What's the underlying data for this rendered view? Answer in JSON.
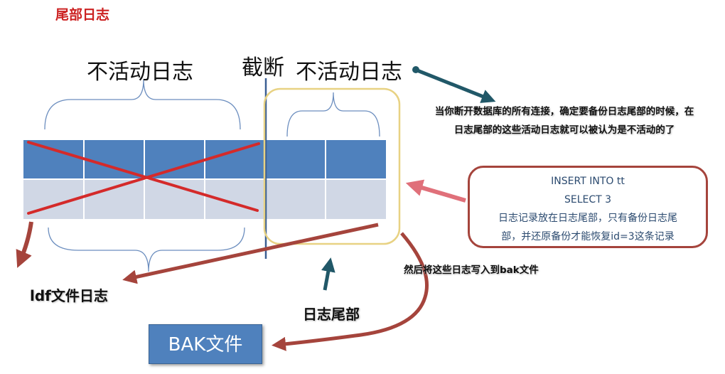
{
  "title": "尾部日志",
  "labels": {
    "inactive_left": "不活动日志",
    "truncate": "截断",
    "inactive_right": "不活动日志",
    "ldf": "ldf文件日志",
    "tail": "日志尾部",
    "write_note": "然后将这些日志写入到bak文件",
    "bak_box": "BAK文件"
  },
  "note_top": {
    "line1": "当你断开数据库的所有连接，确定要备份日志尾部的时候，在",
    "line2": "日志尾部的这些活动日志就可以被认为是不活动的了"
  },
  "callout": {
    "line1": "INSERT INTO tt",
    "line2": "SELECT 3",
    "line3": "日志记录放在日志尾部，只有备份日志尾",
    "line4": "部，并还原备份才能恢复id=3这条记录"
  },
  "colors": {
    "title": "#cc2222",
    "blue_row": "#4f81bd",
    "light_row": "#d0d7e5",
    "cross": "#d42a2a",
    "brace": "#6c8ebf",
    "highlight_box": "#e8d283",
    "arrow_dark": "#215868",
    "arrow_brown": "#a5443c",
    "arrow_pink": "#e0707a",
    "bak_box": "#4f81bd"
  }
}
